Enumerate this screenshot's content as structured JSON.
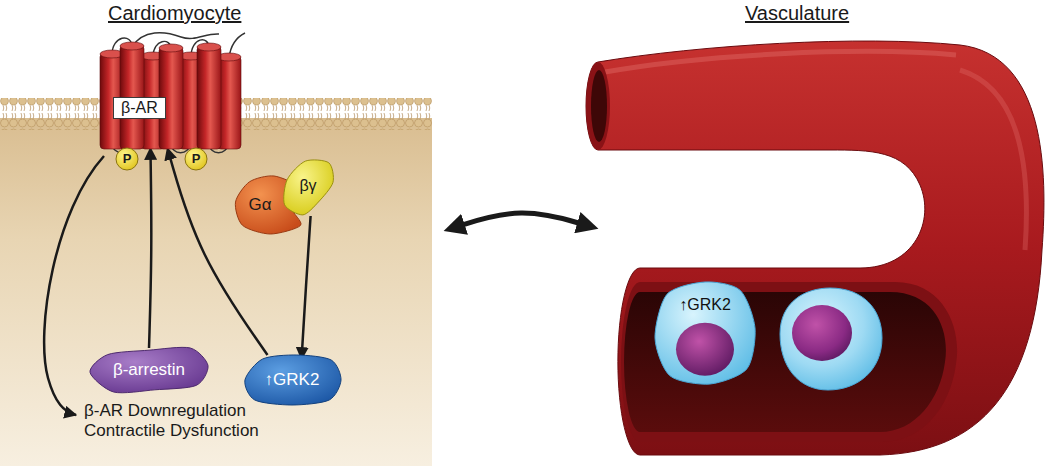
{
  "diagram": {
    "nodes": [
      {
        "text": [
          "Cardiomyocyte"
        ]
      },
      {
        "text": [
          "β-AR"
        ],
        "in": 0
      },
      {
        "text": [
          "P"
        ],
        "in": 0
      },
      {
        "text": [
          "P"
        ],
        "in": 0
      },
      {
        "text": [
          "Gα"
        ],
        "in": 0
      },
      {
        "text": [
          "βγ"
        ],
        "in": 0
      },
      {
        "text": [
          "β-arrestin"
        ],
        "in": 0
      },
      {
        "text": [
          "↑GRK2"
        ],
        "in": 0
      },
      {
        "text": [
          "Vasculature"
        ]
      },
      {
        "text": [
          "↑GRK2"
        ],
        "in": 8
      }
    ],
    "edges": [
      {
        "from": 6,
        "to": 1,
        "arrow": "to"
      },
      {
        "from": 7,
        "to": 1,
        "arrow": "to"
      },
      {
        "from": 5,
        "to": 7,
        "arrow": "to"
      },
      {
        "from": 0,
        "to": 8,
        "arrow": "both"
      }
    ],
    "labels": [
      "β-AR Downregulation Contractile Dysfunction"
    ]
  }
}
